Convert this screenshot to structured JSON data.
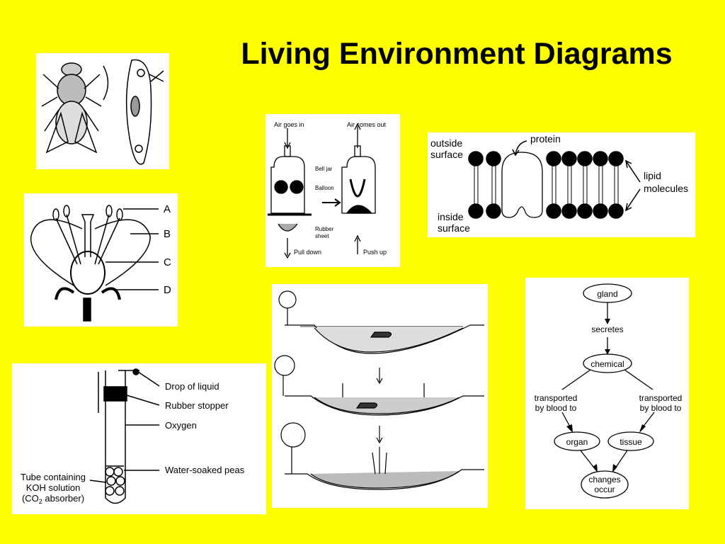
{
  "title": "Living Environment Diagrams",
  "flower": {
    "labels": [
      "A",
      "B",
      "C",
      "D"
    ]
  },
  "belljar": {
    "air_in": "Air goes in",
    "air_out": "Air comes out",
    "bell_jar": "Bell jar",
    "balloon": "Balloon",
    "rubber_sheet_1": "Rubber",
    "rubber_sheet_2": "sheet",
    "pull_down": "Pull down",
    "push_up": "Push up"
  },
  "membrane": {
    "outside_1": "outside",
    "outside_2": "surface",
    "protein": "protein",
    "lipid_1": "lipid",
    "lipid_2": "molecules",
    "inside_1": "inside",
    "inside_2": "surface"
  },
  "peas": {
    "drop": "Drop of liquid",
    "stopper": "Rubber stopper",
    "oxygen": "Oxygen",
    "peas": "Water-soaked peas",
    "tube_1": "Tube containing",
    "tube_2": "KOH solution",
    "tube_3a": "(CO",
    "tube_3b": "2",
    "tube_3c": " absorber)"
  },
  "flow": {
    "gland": "gland",
    "secretes": "secretes",
    "chemical": "chemical",
    "tl1": "transported",
    "tl2": "by blood to",
    "tr1": "transported",
    "tr2": "by blood to",
    "organ": "organ",
    "tissue": "tissue",
    "changes1": "changes",
    "changes2": "occur"
  },
  "colors": {
    "background": "#ffff00",
    "panel": "#ffffff",
    "ink": "#000000"
  }
}
